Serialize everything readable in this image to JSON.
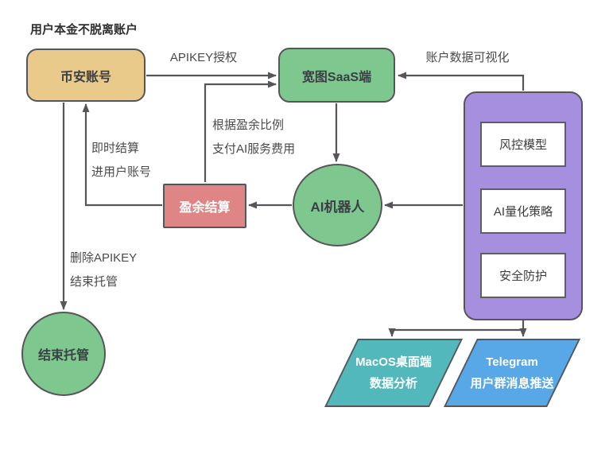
{
  "title": "用户本金不脱离账户",
  "colors": {
    "binance_fill": "#eaca8b",
    "green_fill": "#7ec88f",
    "purple_fill": "#a78fe0",
    "pink_fill": "#e08585",
    "teal_fill": "#53b8bb",
    "blue_fill": "#58a7e6",
    "stroke": "#56565a",
    "label_text": "#4a4a4a"
  },
  "nodes": {
    "binance": {
      "label": "币安账号"
    },
    "saas": {
      "label": "宽图SaaS端"
    },
    "ai_bot": {
      "label": "AI机器人"
    },
    "settlement": {
      "label": "盈余结算"
    },
    "end_custody": {
      "label": "结束托管"
    },
    "platform": {
      "modules": [
        {
          "label": "风控模型"
        },
        {
          "label": "AI量化策略"
        },
        {
          "label": "安全防护"
        }
      ]
    },
    "macos": {
      "line1": "MacOS桌面端",
      "line2": "数据分析"
    },
    "telegram": {
      "line1": "Telegram",
      "line2": "用户群消息推送"
    }
  },
  "edge_labels": {
    "apikey": "APIKEY授权",
    "visualization": "账户数据可视化",
    "pay_fee_line1": "根据盈余比例",
    "pay_fee_line2": "支付AI服务费用",
    "settle_line1": "即时结算",
    "settle_line2": "进用户账号",
    "delete_line1": "删除APIKEY",
    "delete_line2": "结束托管"
  }
}
